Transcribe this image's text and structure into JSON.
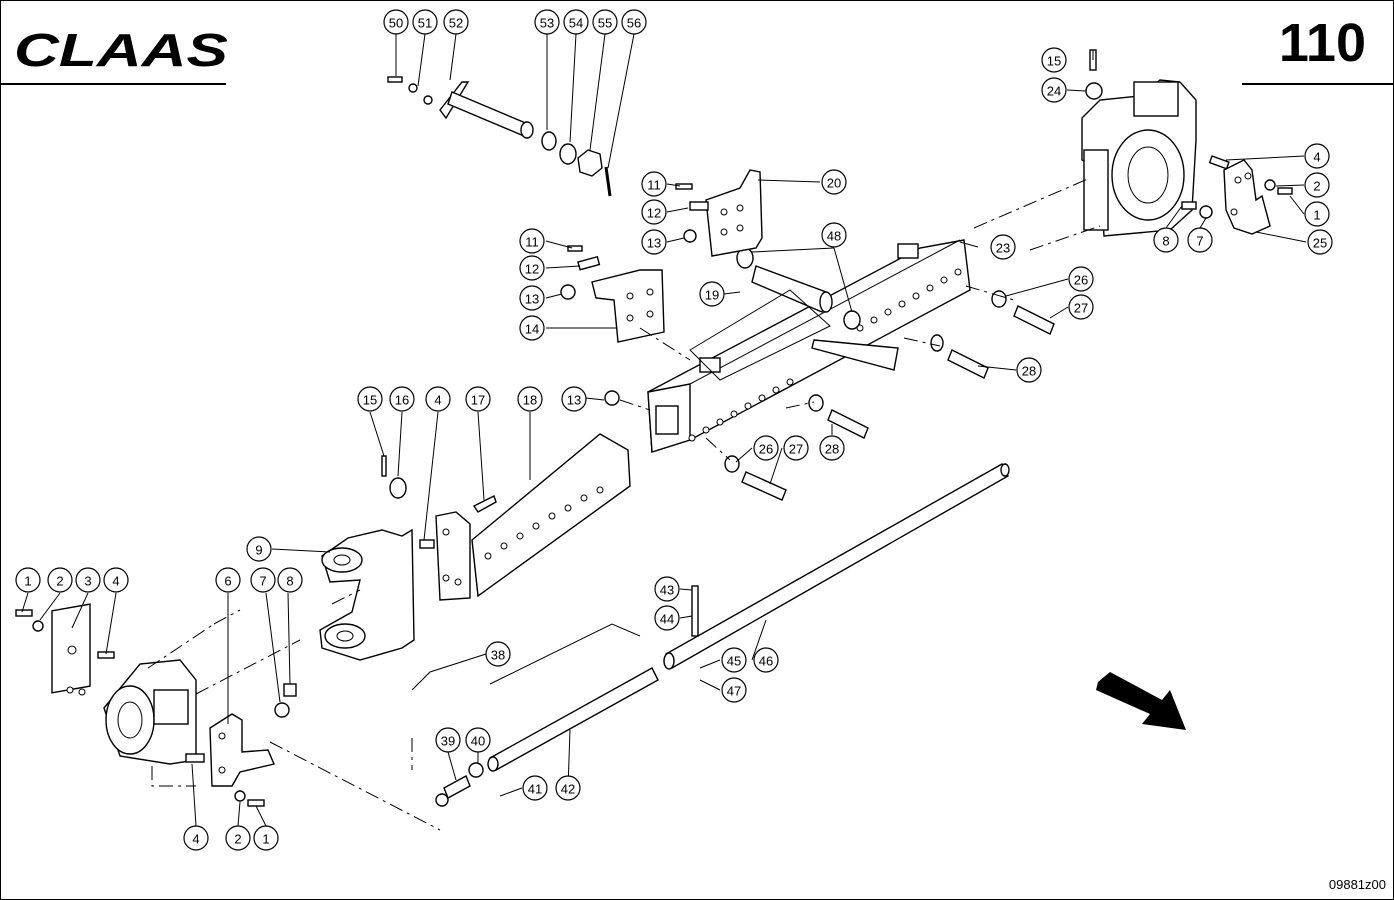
{
  "header": {
    "brand": "CLAAS",
    "page_number": "110"
  },
  "footer": {
    "drawing_code": "09881z00"
  },
  "callouts": [
    {
      "label": "50"
    },
    {
      "label": "51"
    },
    {
      "label": "52"
    },
    {
      "label": "53"
    },
    {
      "label": "54"
    },
    {
      "label": "55"
    },
    {
      "label": "56"
    },
    {
      "label": "15"
    },
    {
      "label": "24"
    },
    {
      "label": "4"
    },
    {
      "label": "2"
    },
    {
      "label": "1"
    },
    {
      "label": "8"
    },
    {
      "label": "7"
    },
    {
      "label": "25"
    },
    {
      "label": "11"
    },
    {
      "label": "20"
    },
    {
      "label": "12"
    },
    {
      "label": "13"
    },
    {
      "label": "48"
    },
    {
      "label": "23"
    },
    {
      "label": "11"
    },
    {
      "label": "12"
    },
    {
      "label": "13"
    },
    {
      "label": "14"
    },
    {
      "label": "19"
    },
    {
      "label": "26"
    },
    {
      "label": "27"
    },
    {
      "label": "28"
    },
    {
      "label": "15"
    },
    {
      "label": "16"
    },
    {
      "label": "4"
    },
    {
      "label": "17"
    },
    {
      "label": "18"
    },
    {
      "label": "13"
    },
    {
      "label": "26"
    },
    {
      "label": "27"
    },
    {
      "label": "28"
    },
    {
      "label": "9"
    },
    {
      "label": "1"
    },
    {
      "label": "2"
    },
    {
      "label": "3"
    },
    {
      "label": "4"
    },
    {
      "label": "6"
    },
    {
      "label": "7"
    },
    {
      "label": "8"
    },
    {
      "label": "43"
    },
    {
      "label": "44"
    },
    {
      "label": "45"
    },
    {
      "label": "46"
    },
    {
      "label": "47"
    },
    {
      "label": "38"
    },
    {
      "label": "39"
    },
    {
      "label": "40"
    },
    {
      "label": "41"
    },
    {
      "label": "42"
    },
    {
      "label": "4"
    },
    {
      "label": "2"
    },
    {
      "label": "1"
    }
  ]
}
